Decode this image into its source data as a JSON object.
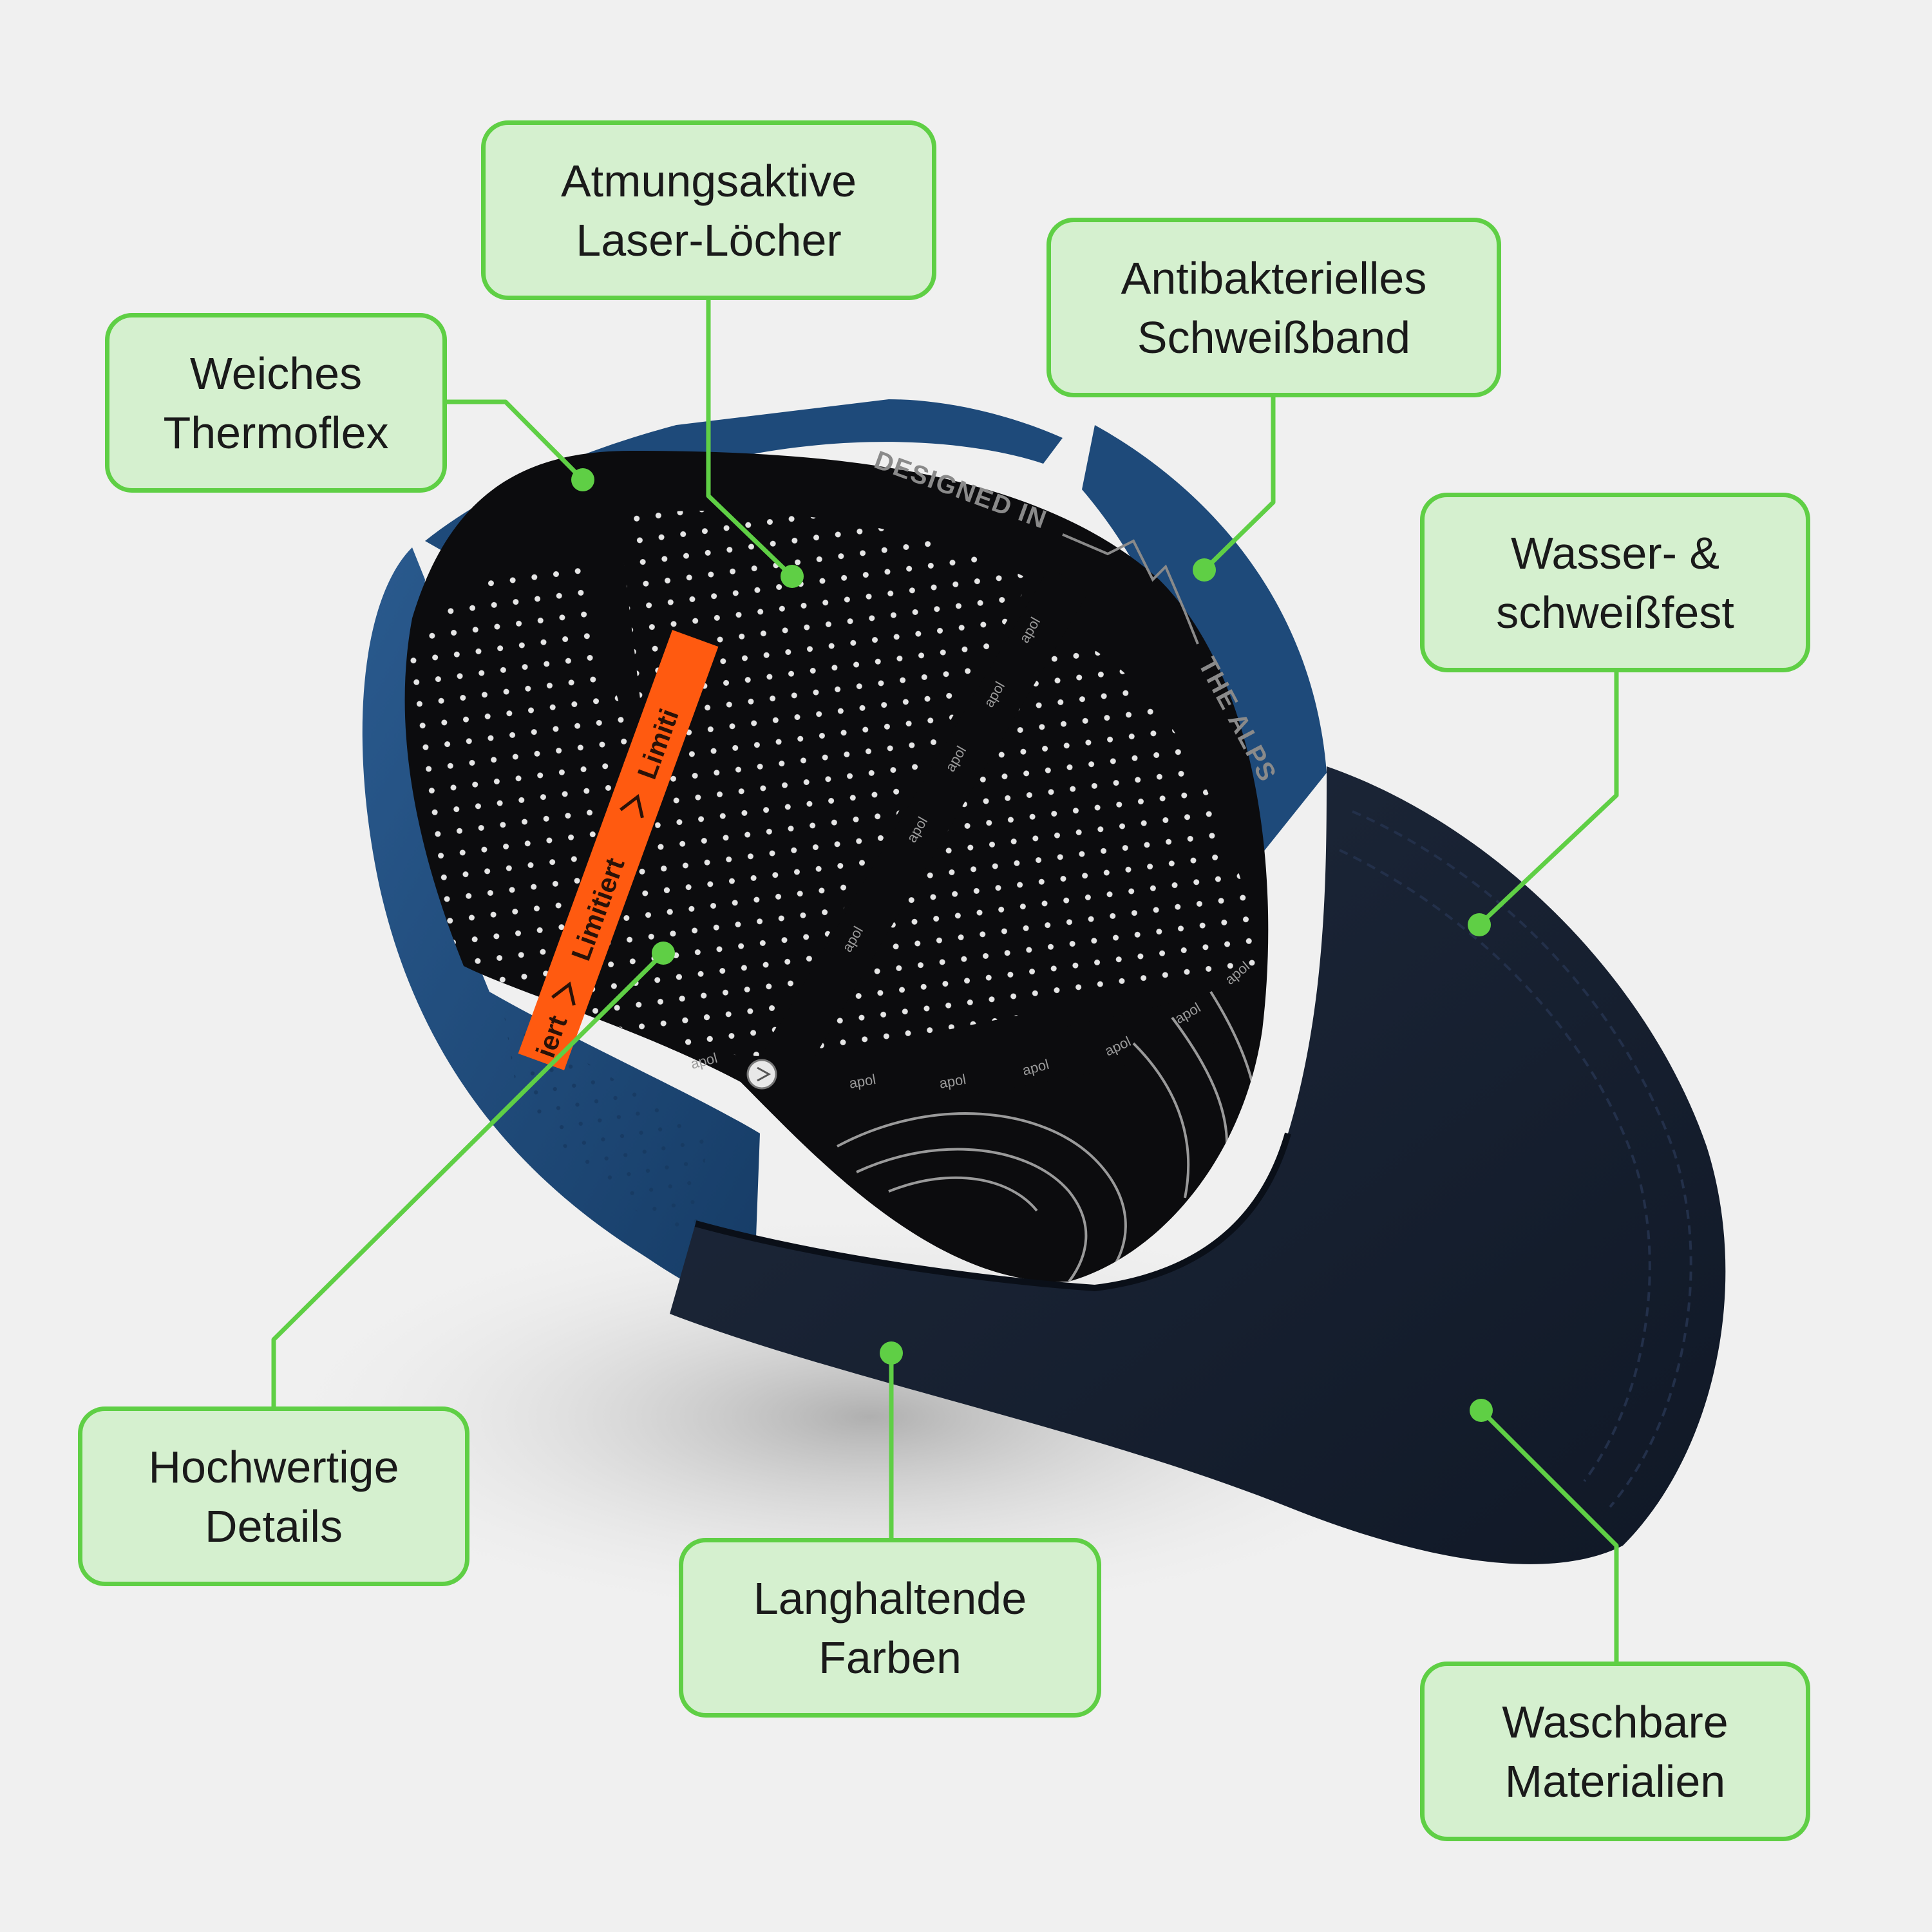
{
  "colors": {
    "background": "#f0f0f0",
    "callout_fill": "#d5f0cf",
    "callout_border": "#5fcf45",
    "leader_line": "#5fcf45",
    "cap_crown": "#1e4a7a",
    "cap_brim": "#141e2e",
    "cap_lining": "#0c0c0e",
    "label_tape": "#ff5a10"
  },
  "callouts": [
    {
      "id": "atmungsaktive",
      "lines": [
        "Atmungsaktive",
        "Laser-Löcher"
      ],
      "icon": ""
    },
    {
      "id": "antibakterielles",
      "lines": [
        "Antibakterielles",
        "Schweißband"
      ]
    },
    {
      "id": "weiches",
      "lines": [
        "Weiches",
        "Thermoflex"
      ]
    },
    {
      "id": "wasser",
      "lines": [
        "Wasser- &",
        "schweißfest"
      ]
    },
    {
      "id": "hochwertige",
      "lines": [
        "Hochwertige",
        "Details"
      ]
    },
    {
      "id": "langhaltende",
      "lines": [
        "Langhaltende",
        "Farben"
      ]
    },
    {
      "id": "waschbare",
      "lines": [
        "Waschbare",
        "Materialien"
      ]
    }
  ],
  "cap_prints": {
    "sweatband_line1": "DESIGNED IN",
    "sweatband_line2": "THE ALPS",
    "tape_text": "Limitiert",
    "tape_repeat": [
      "iert",
      "Limitiert",
      "Limiti"
    ],
    "tape_icon": "arrow-icon",
    "seam_logo": "apol"
  }
}
